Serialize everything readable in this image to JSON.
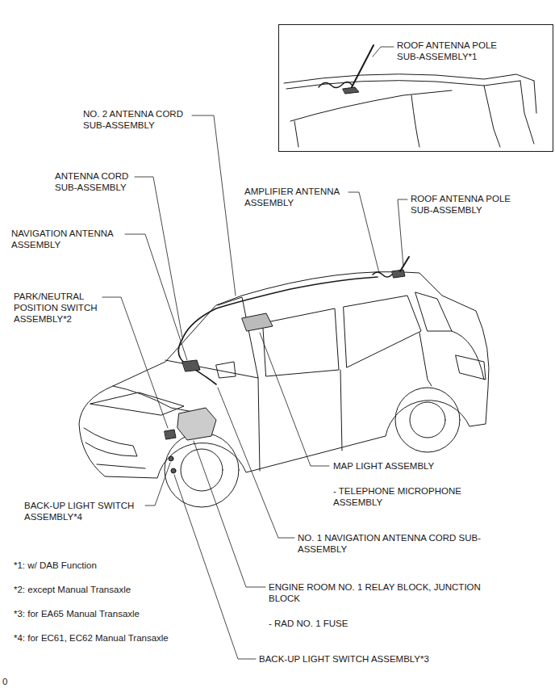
{
  "diagram": {
    "nodes": [
      {
        "text": [
          "ROOF ANTENNA POLE SUB-ASSEMBLY*1"
        ]
      }
    ],
    "labels": [
      "NO. 2 ANTENNA CORD SUB-ASSEMBLY",
      "ANTENNA CORD SUB-ASSEMBLY",
      "AMPLIFIER ANTENNA ASSEMBLY",
      "ROOF ANTENNA POLE SUB-ASSEMBLY",
      "NAVIGATION ANTENNA ASSEMBLY",
      "PARK/NEUTRAL POSITION SWITCH ASSEMBLY*2",
      "MAP LIGHT ASSEMBLY",
      "- TELEPHONE MICROPHONE ASSEMBLY",
      "BACK-UP LIGHT SWITCH ASSEMBLY*4",
      "NO. 1 NAVIGATION ANTENNA CORD SUB-ASSEMBLY",
      "*1: w/ DAB Function",
      "ENGINE ROOM NO. 1 RELAY BLOCK, JUNCTION BLOCK",
      "*2: except Manual Transaxle",
      "*3: for EA65 Manual Transaxle",
      "- RAD NO. 1 FUSE",
      "*4: for EC61, EC62 Manual Transaxle",
      "BACK-UP LIGHT SWITCH ASSEMBLY*3",
      "0"
    ]
  }
}
